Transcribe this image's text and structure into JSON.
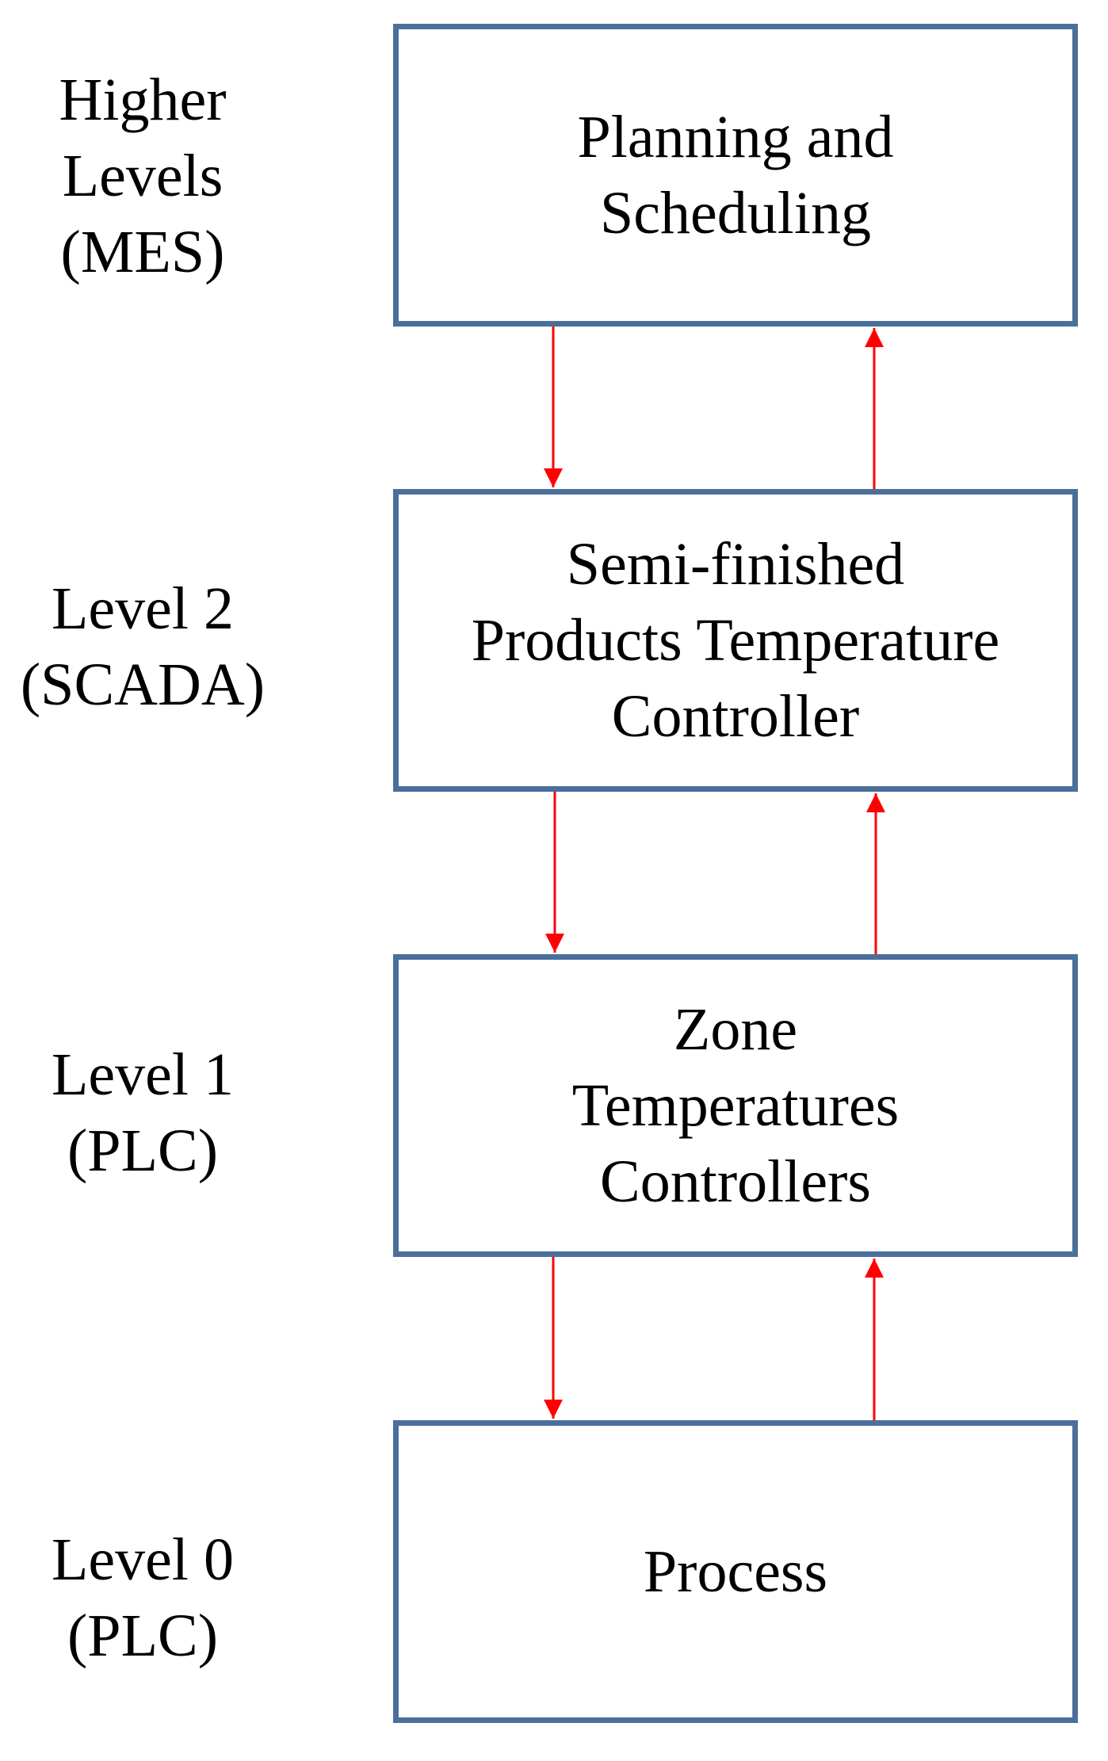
{
  "levels": [
    {
      "id": "mes",
      "label_lines": [
        "Higher",
        "Levels",
        "(MES)"
      ],
      "box_lines": [
        "Planning and",
        "Scheduling"
      ]
    },
    {
      "id": "scada",
      "label_lines": [
        "Level 2",
        "(SCADA)"
      ],
      "box_lines": [
        "Semi-finished",
        "Products Temperature",
        "Controller"
      ]
    },
    {
      "id": "zone",
      "label_lines": [
        "Level 1",
        "(PLC)"
      ],
      "box_lines": [
        "Zone",
        "Temperatures",
        "Controllers"
      ]
    },
    {
      "id": "process",
      "label_lines": [
        "Level 0",
        "(PLC)"
      ],
      "box_lines": [
        "Process"
      ]
    }
  ],
  "colors": {
    "box_border": "#4a6f9b",
    "arrow": "#ff0000",
    "text": "#000000"
  }
}
